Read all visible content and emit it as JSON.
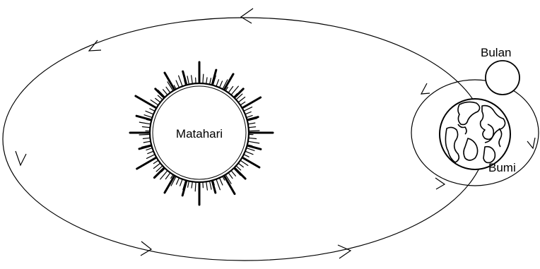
{
  "labels": {
    "sun": "Matahari",
    "moon": "Bulan",
    "earth": "Bumi"
  },
  "colors": {
    "stroke": "#000000",
    "background": "#ffffff"
  },
  "icons": {
    "sun": "sun-icon",
    "earth": "earth-globe-icon",
    "moon": "moon-icon"
  }
}
